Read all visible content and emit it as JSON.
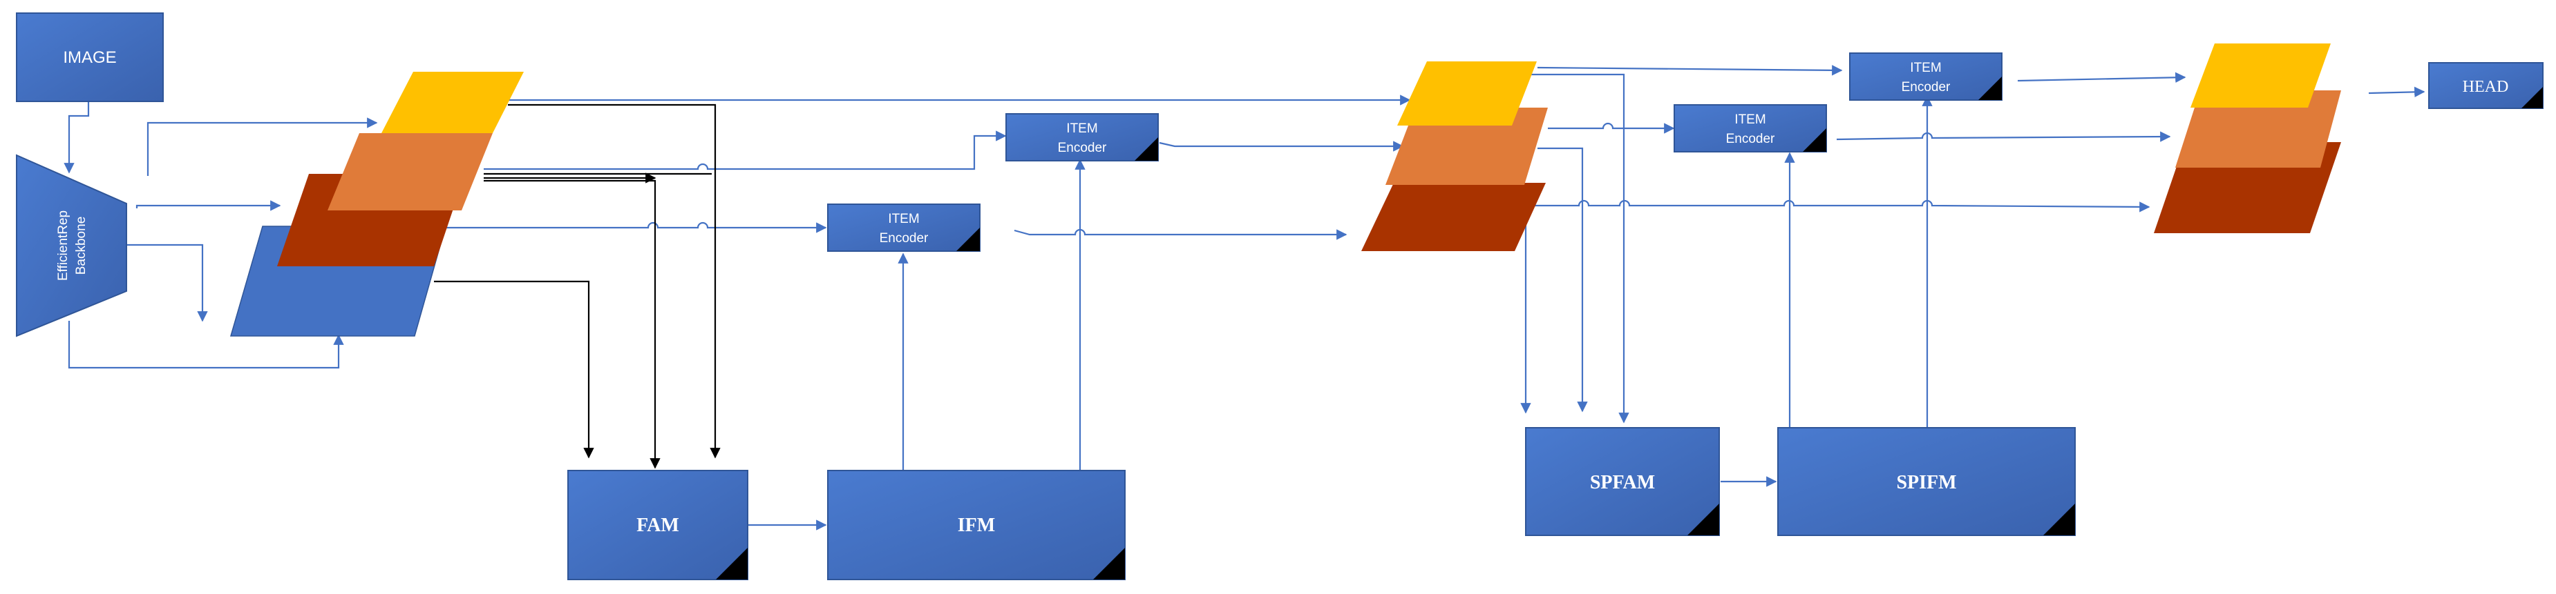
{
  "colors": {
    "box": "#4472C4",
    "box_dark": "#2F5597",
    "line_blue": "#4472C4",
    "line_black": "#000000",
    "layer_yellow": "#FFC000",
    "layer_orange": "#E07B39",
    "layer_red": "#A93300",
    "layer_blue": "#4472C4"
  },
  "nodes": {
    "image": "IMAGE",
    "backbone_line1": "EfficientRep",
    "backbone_line2": "Backbone",
    "fam": "FAM",
    "ifm": "IFM",
    "spfam": "SPFAM",
    "spifm": "SPIFM",
    "head": "HEAD",
    "encoder_title": "ITEM",
    "encoder_sub": "Encoder"
  }
}
